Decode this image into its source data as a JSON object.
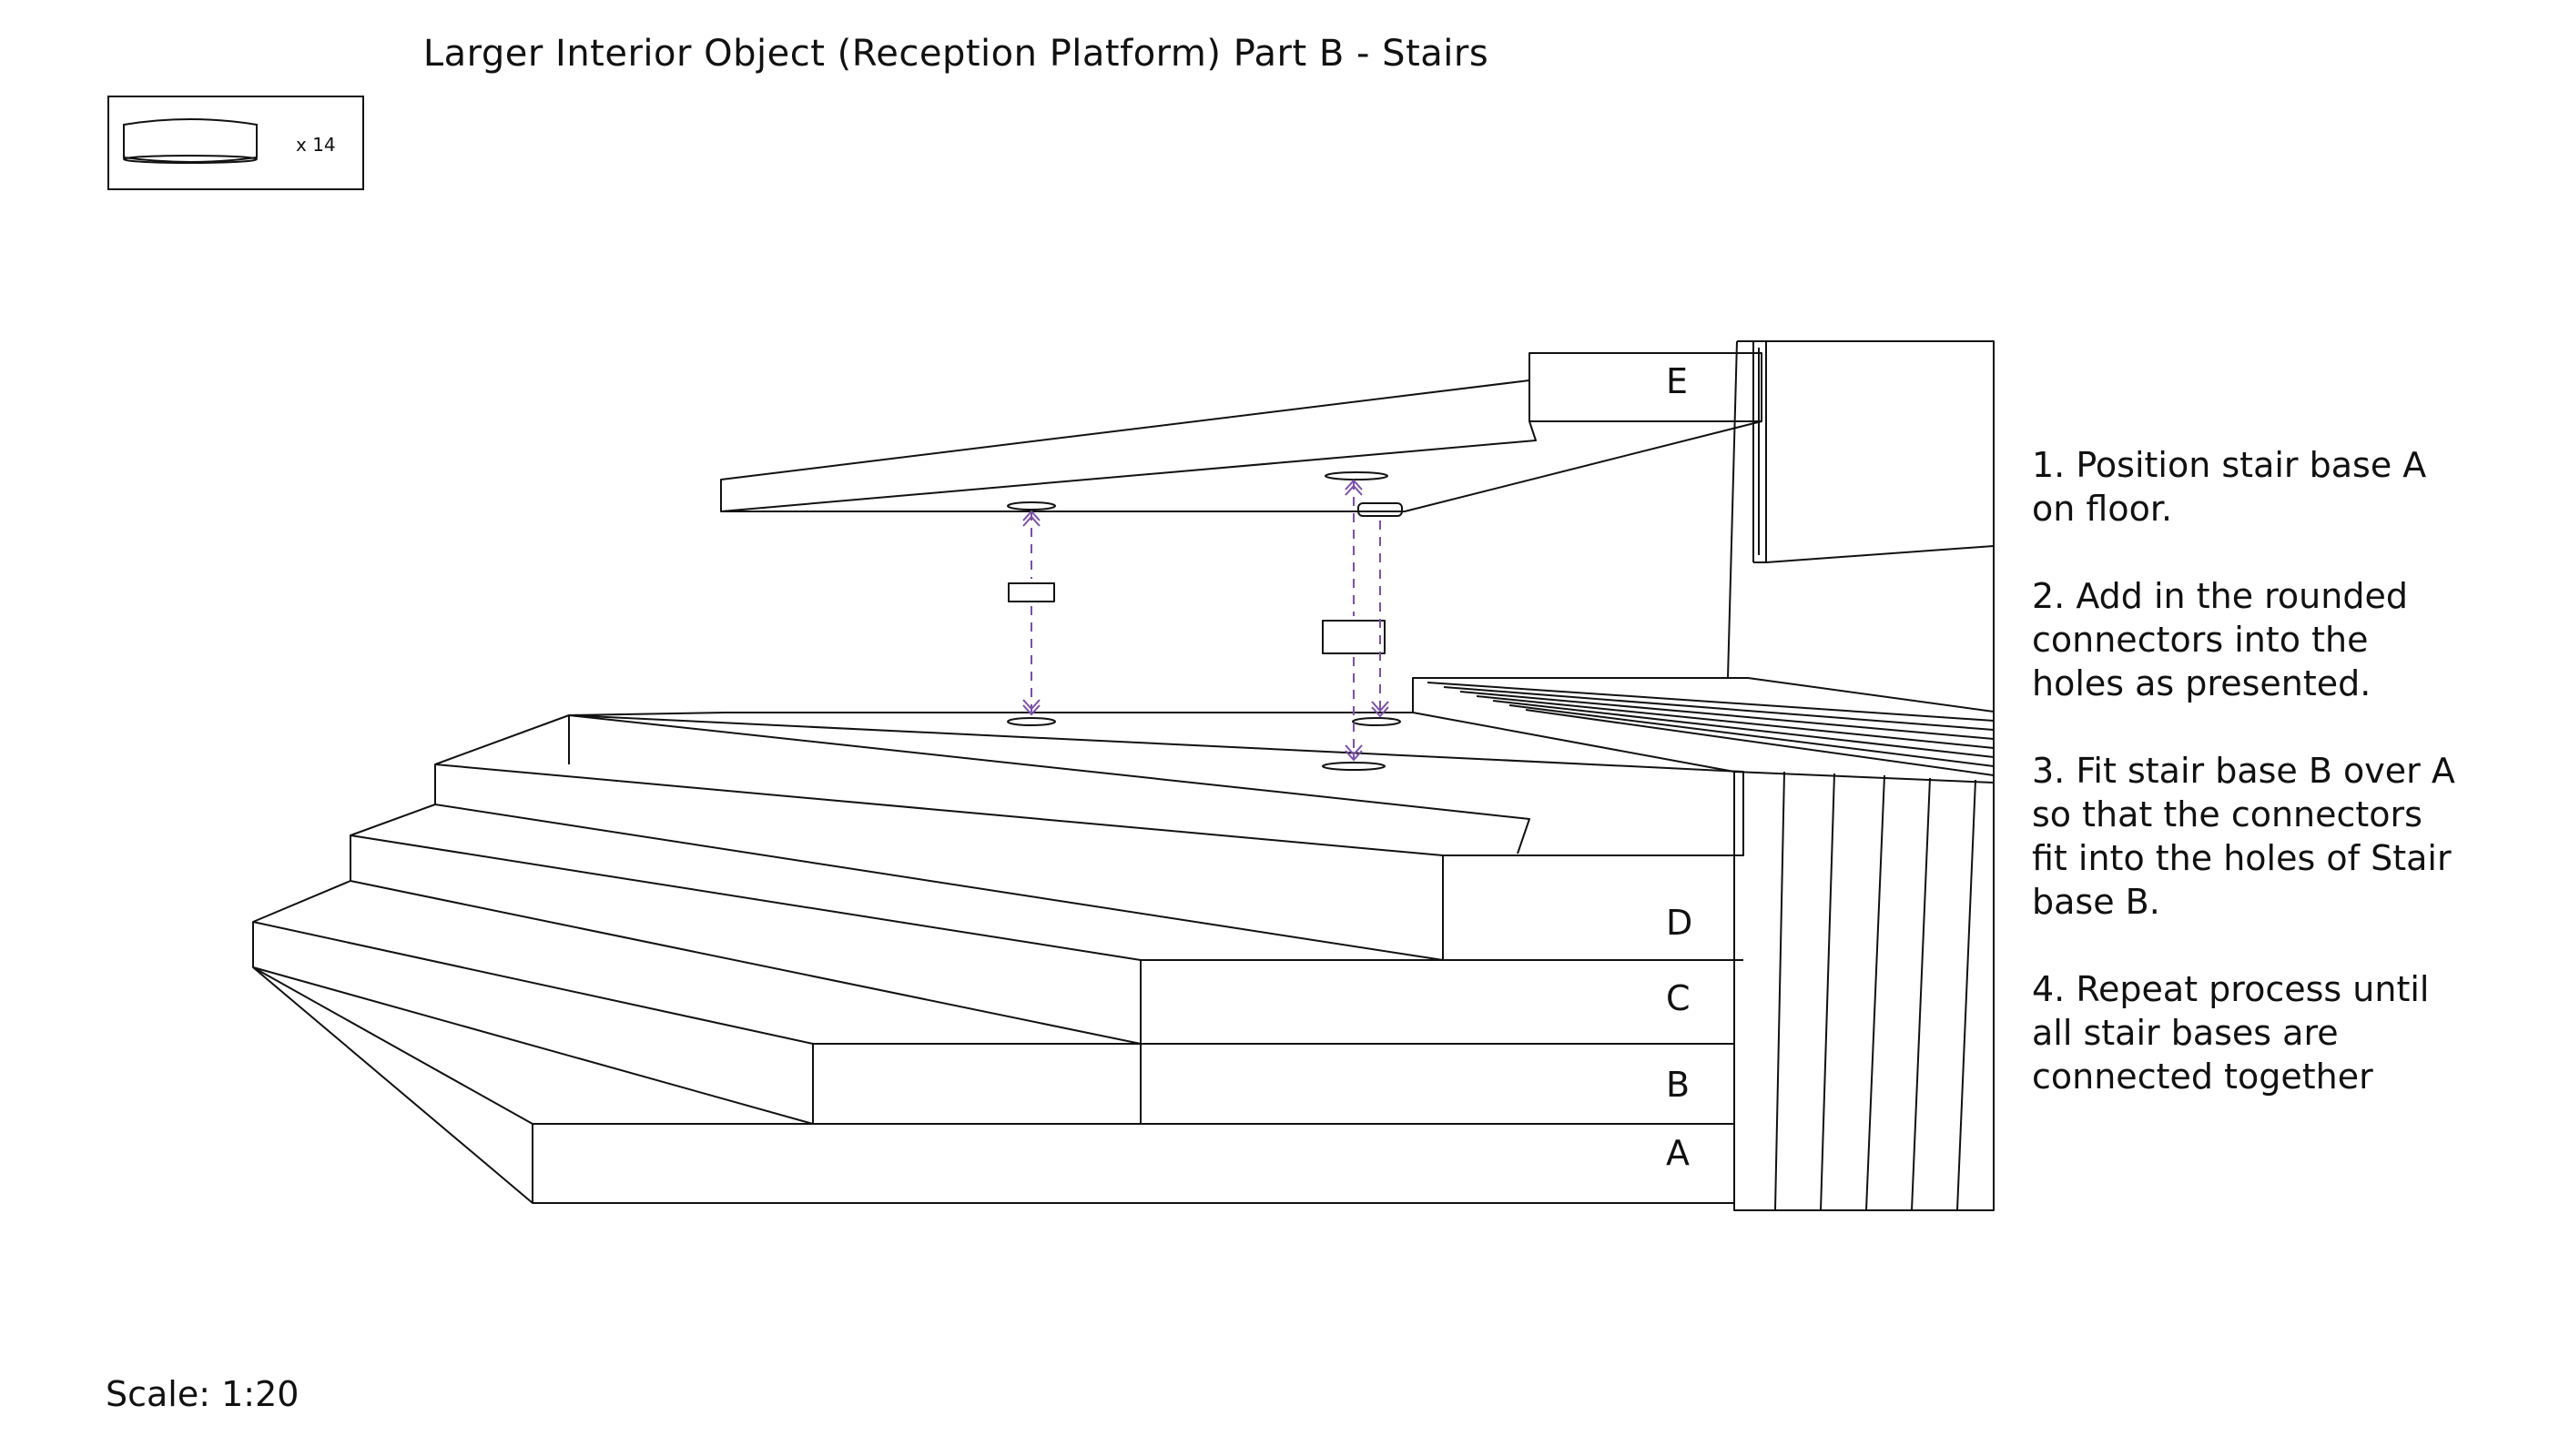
{
  "title": "Larger Interior Object (Reception Platform) Part B - Stairs",
  "legend": {
    "count": "x 14",
    "icon": "rounded-connector-icon"
  },
  "labels": {
    "a": "A",
    "b": "B",
    "c": "C",
    "d": "D",
    "e": "E"
  },
  "instructions": [
    "1. Position stair base A\non floor.",
    "2. Add in the rounded\nconnectors into the\nholes as presented.",
    "3. Fit stair base B over A\nso that the connectors\nfit into the holes of Stair\nbase B.",
    "4. Repeat process until\nall stair bases are\nconnected together"
  ],
  "scale": "Scale: 1:20",
  "colors": {
    "line": "#111111",
    "connector_arrow": "#7b4fa8"
  }
}
